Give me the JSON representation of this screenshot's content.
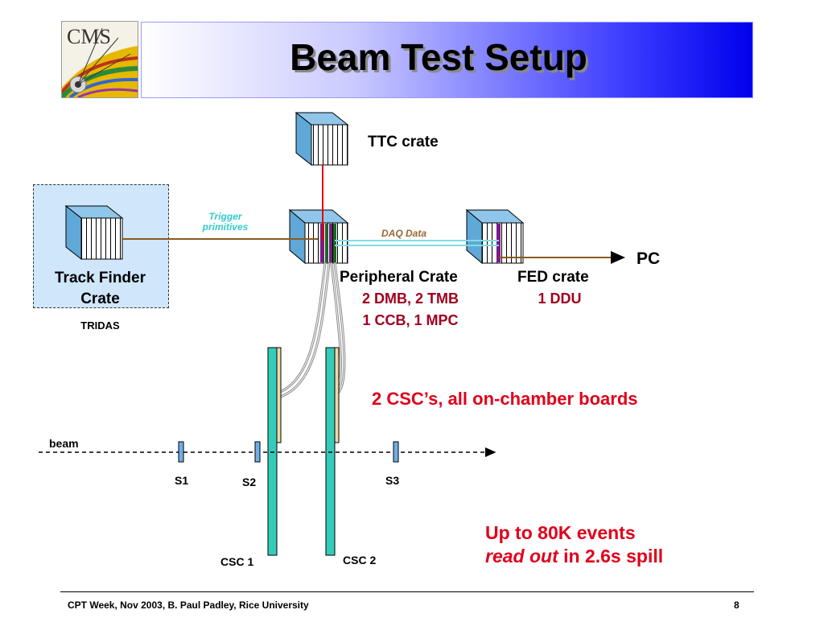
{
  "header": {
    "title": "Beam Test Setup",
    "logo_text": "CMS"
  },
  "diagram": {
    "ttc_label": "TTC crate",
    "track_finder_line1": "Track Finder",
    "track_finder_line2": "Crate",
    "tridas_label": "TRIDAS",
    "trigger_line1": "Trigger",
    "trigger_line2": "primitives",
    "daq_label": "DAQ Data",
    "pc_label": "PC",
    "peripheral_label": "Peripheral Crate",
    "peripheral_sub1": "2 DMB, 2 TMB",
    "peripheral_sub2": "1 CCB, 1 MPC",
    "fed_label": "FED crate",
    "fed_sub": "1 DDU",
    "csc_headline": "2 CSC’s, all on-chamber boards",
    "beam_label": "beam",
    "s1": "S1",
    "s2": "S2",
    "s3": "S3",
    "csc1": "CSC 1",
    "csc2": "CSC 2",
    "events_line1": "Up to 80K events",
    "events_line2_italic": "read out",
    "events_line2_rest": " in 2.6s spill"
  },
  "colors": {
    "accent_red": "#a00020",
    "headline_red": "#e0001a",
    "crate_blue": "#5fa8d8",
    "chamber_cyan": "#33ccbb",
    "trigger_cyan": "#33cccc",
    "daq_brown": "#996633"
  },
  "footer": {
    "left": "CPT Week, Nov 2003,  B. Paul Padley, Rice University",
    "page": "8"
  }
}
